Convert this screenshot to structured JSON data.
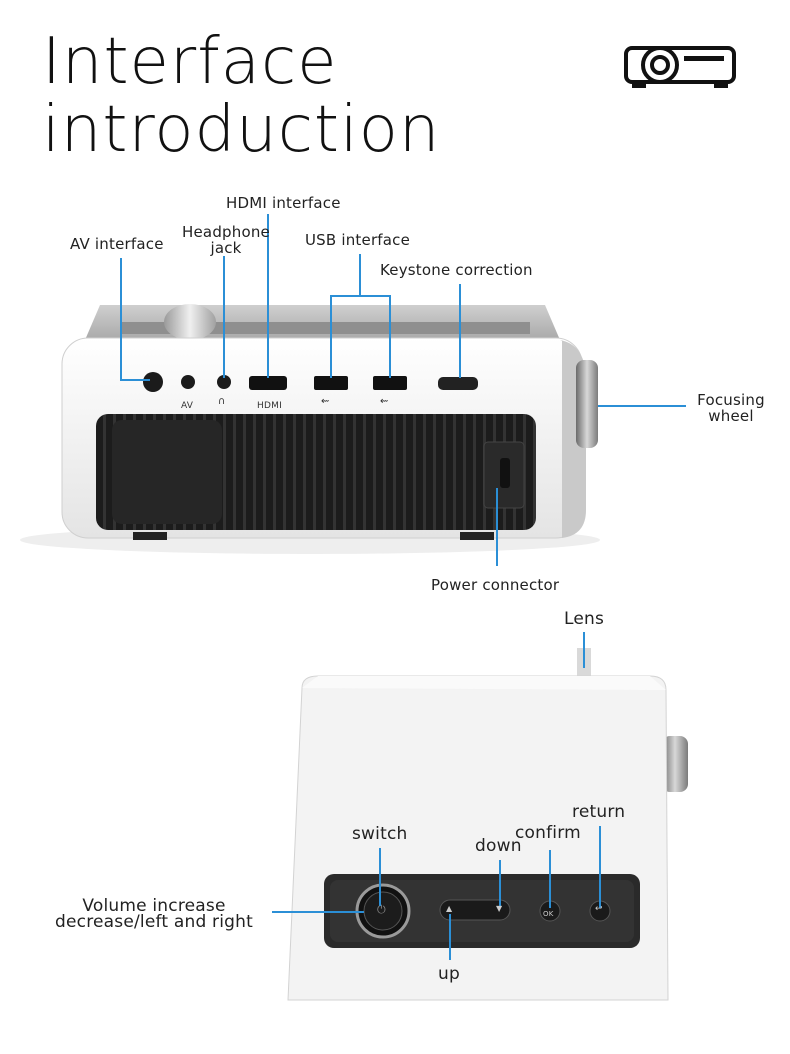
{
  "title": {
    "line1": "Interface",
    "line2": "introduction"
  },
  "icons": {
    "header": "projector-icon"
  },
  "colors": {
    "callout": "#2b8fd6",
    "body": "#f2f2f2",
    "vent": "#1c1c1c"
  },
  "rear_view": {
    "callouts": {
      "hdmi_interface": "HDMI interface",
      "av_interface": "AV interface",
      "headphone_jack": "Headphone\njack",
      "usb_interface": "USB interface",
      "keystone_correction": "Keystone correction",
      "focusing_wheel": "Focusing\nwheel",
      "power_connector": "Power connector"
    },
    "port_labels": {
      "av": "AV",
      "hdmi": "HDMI"
    }
  },
  "top_view": {
    "callouts": {
      "lens": "Lens",
      "return": "return",
      "switch": "switch",
      "confirm": "confirm",
      "down": "down",
      "volume": "Volume increase\ndecrease/left and right",
      "up": "up"
    },
    "button_labels": {
      "ok": "OK"
    }
  }
}
